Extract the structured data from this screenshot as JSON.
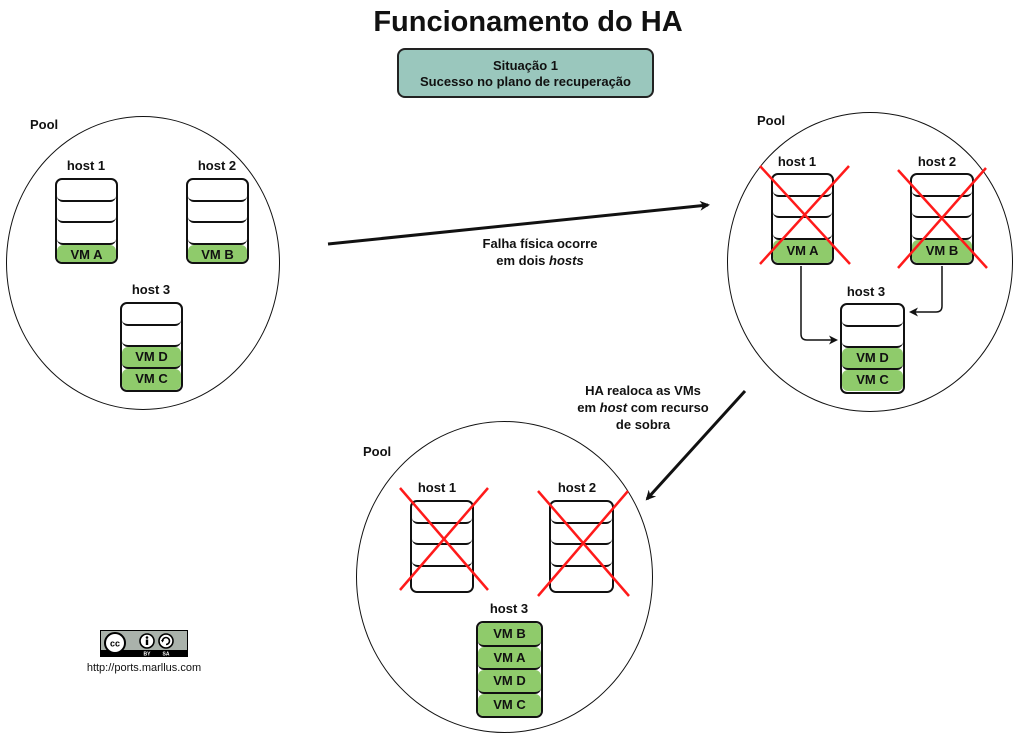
{
  "title": "Funcionamento do HA",
  "situation": {
    "line1": "Situação 1",
    "line2": "Sucesso no plano de recuperação",
    "color": "#9ac7bd"
  },
  "colors": {
    "vm_fill": "#8fcb6b",
    "failure_cross": "#ff1a1a"
  },
  "pools": [
    {
      "label": "Pool",
      "stage": "before-failure",
      "hosts": [
        {
          "label": "host 1",
          "failed": false,
          "slots": [
            "",
            "",
            "",
            "VM A"
          ]
        },
        {
          "label": "host 2",
          "failed": false,
          "slots": [
            "",
            "",
            "",
            "VM B"
          ]
        },
        {
          "label": "host 3",
          "failed": false,
          "slots": [
            "",
            "",
            "VM D",
            "VM C"
          ]
        }
      ]
    },
    {
      "label": "Pool",
      "stage": "failure",
      "hosts": [
        {
          "label": "host 1",
          "failed": true,
          "slots": [
            "",
            "",
            "",
            "VM A"
          ]
        },
        {
          "label": "host 2",
          "failed": true,
          "slots": [
            "",
            "",
            "",
            "VM B"
          ]
        },
        {
          "label": "host 3",
          "failed": false,
          "slots": [
            "",
            "",
            "VM D",
            "VM C"
          ]
        }
      ]
    },
    {
      "label": "Pool",
      "stage": "after-recovery",
      "hosts": [
        {
          "label": "host 1",
          "failed": true,
          "slots": [
            "",
            "",
            "",
            ""
          ]
        },
        {
          "label": "host 2",
          "failed": true,
          "slots": [
            "",
            "",
            "",
            ""
          ]
        },
        {
          "label": "host 3",
          "failed": false,
          "slots": [
            "VM B",
            "VM A",
            "VM D",
            "VM C"
          ]
        }
      ]
    }
  ],
  "transitions": [
    {
      "line1": "Falha física ocorre",
      "line2_prefix": "em dois ",
      "line2_italic": "hosts"
    },
    {
      "line1": "HA realoca as VMs",
      "line2_prefix": "em ",
      "line2_italic": "host",
      "line2_suffix": " com recurso",
      "line3": "de sobra"
    }
  ],
  "license": {
    "badge_icon": "cc-by-sa-icon",
    "badge_cc": "cc",
    "badge_by": "BY",
    "badge_sa": "SA",
    "url": "http://ports.marllus.com"
  }
}
